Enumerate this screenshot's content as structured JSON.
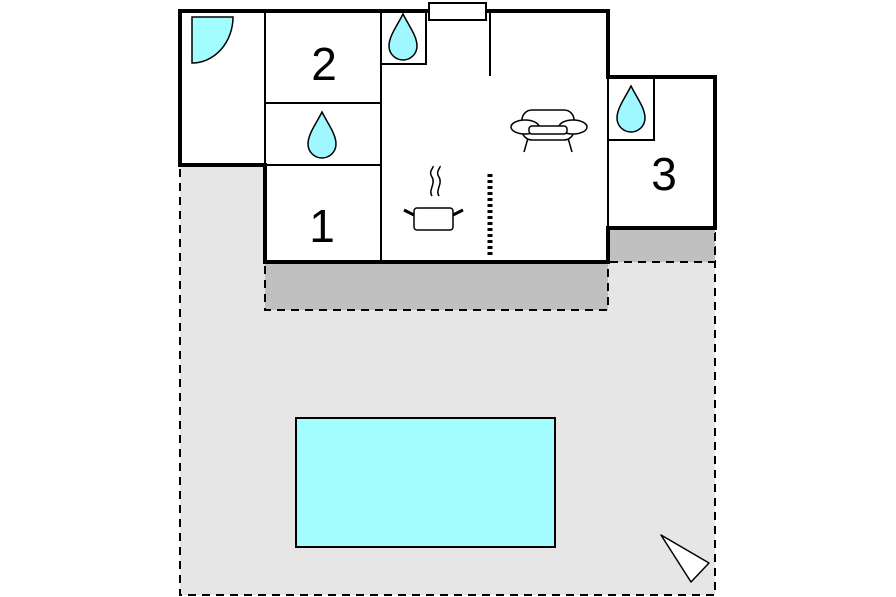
{
  "colors": {
    "background": "#ffffff",
    "outdoor_area": "#e6e6e6",
    "covered_terrace": "#c0c0c0",
    "water": "#9ff7ff",
    "pool": "#a2fdff",
    "wall": "#000000"
  },
  "rooms": [
    {
      "id": "bedroom-1",
      "label": "1"
    },
    {
      "id": "bedroom-2",
      "label": "2"
    },
    {
      "id": "bedroom-3",
      "label": "3"
    }
  ],
  "icons": [
    "door-swing-icon",
    "water-drop-icon",
    "sofa-icon",
    "cooking-pot-icon",
    "staircase-icon",
    "window-icon",
    "north-arrow-icon"
  ]
}
